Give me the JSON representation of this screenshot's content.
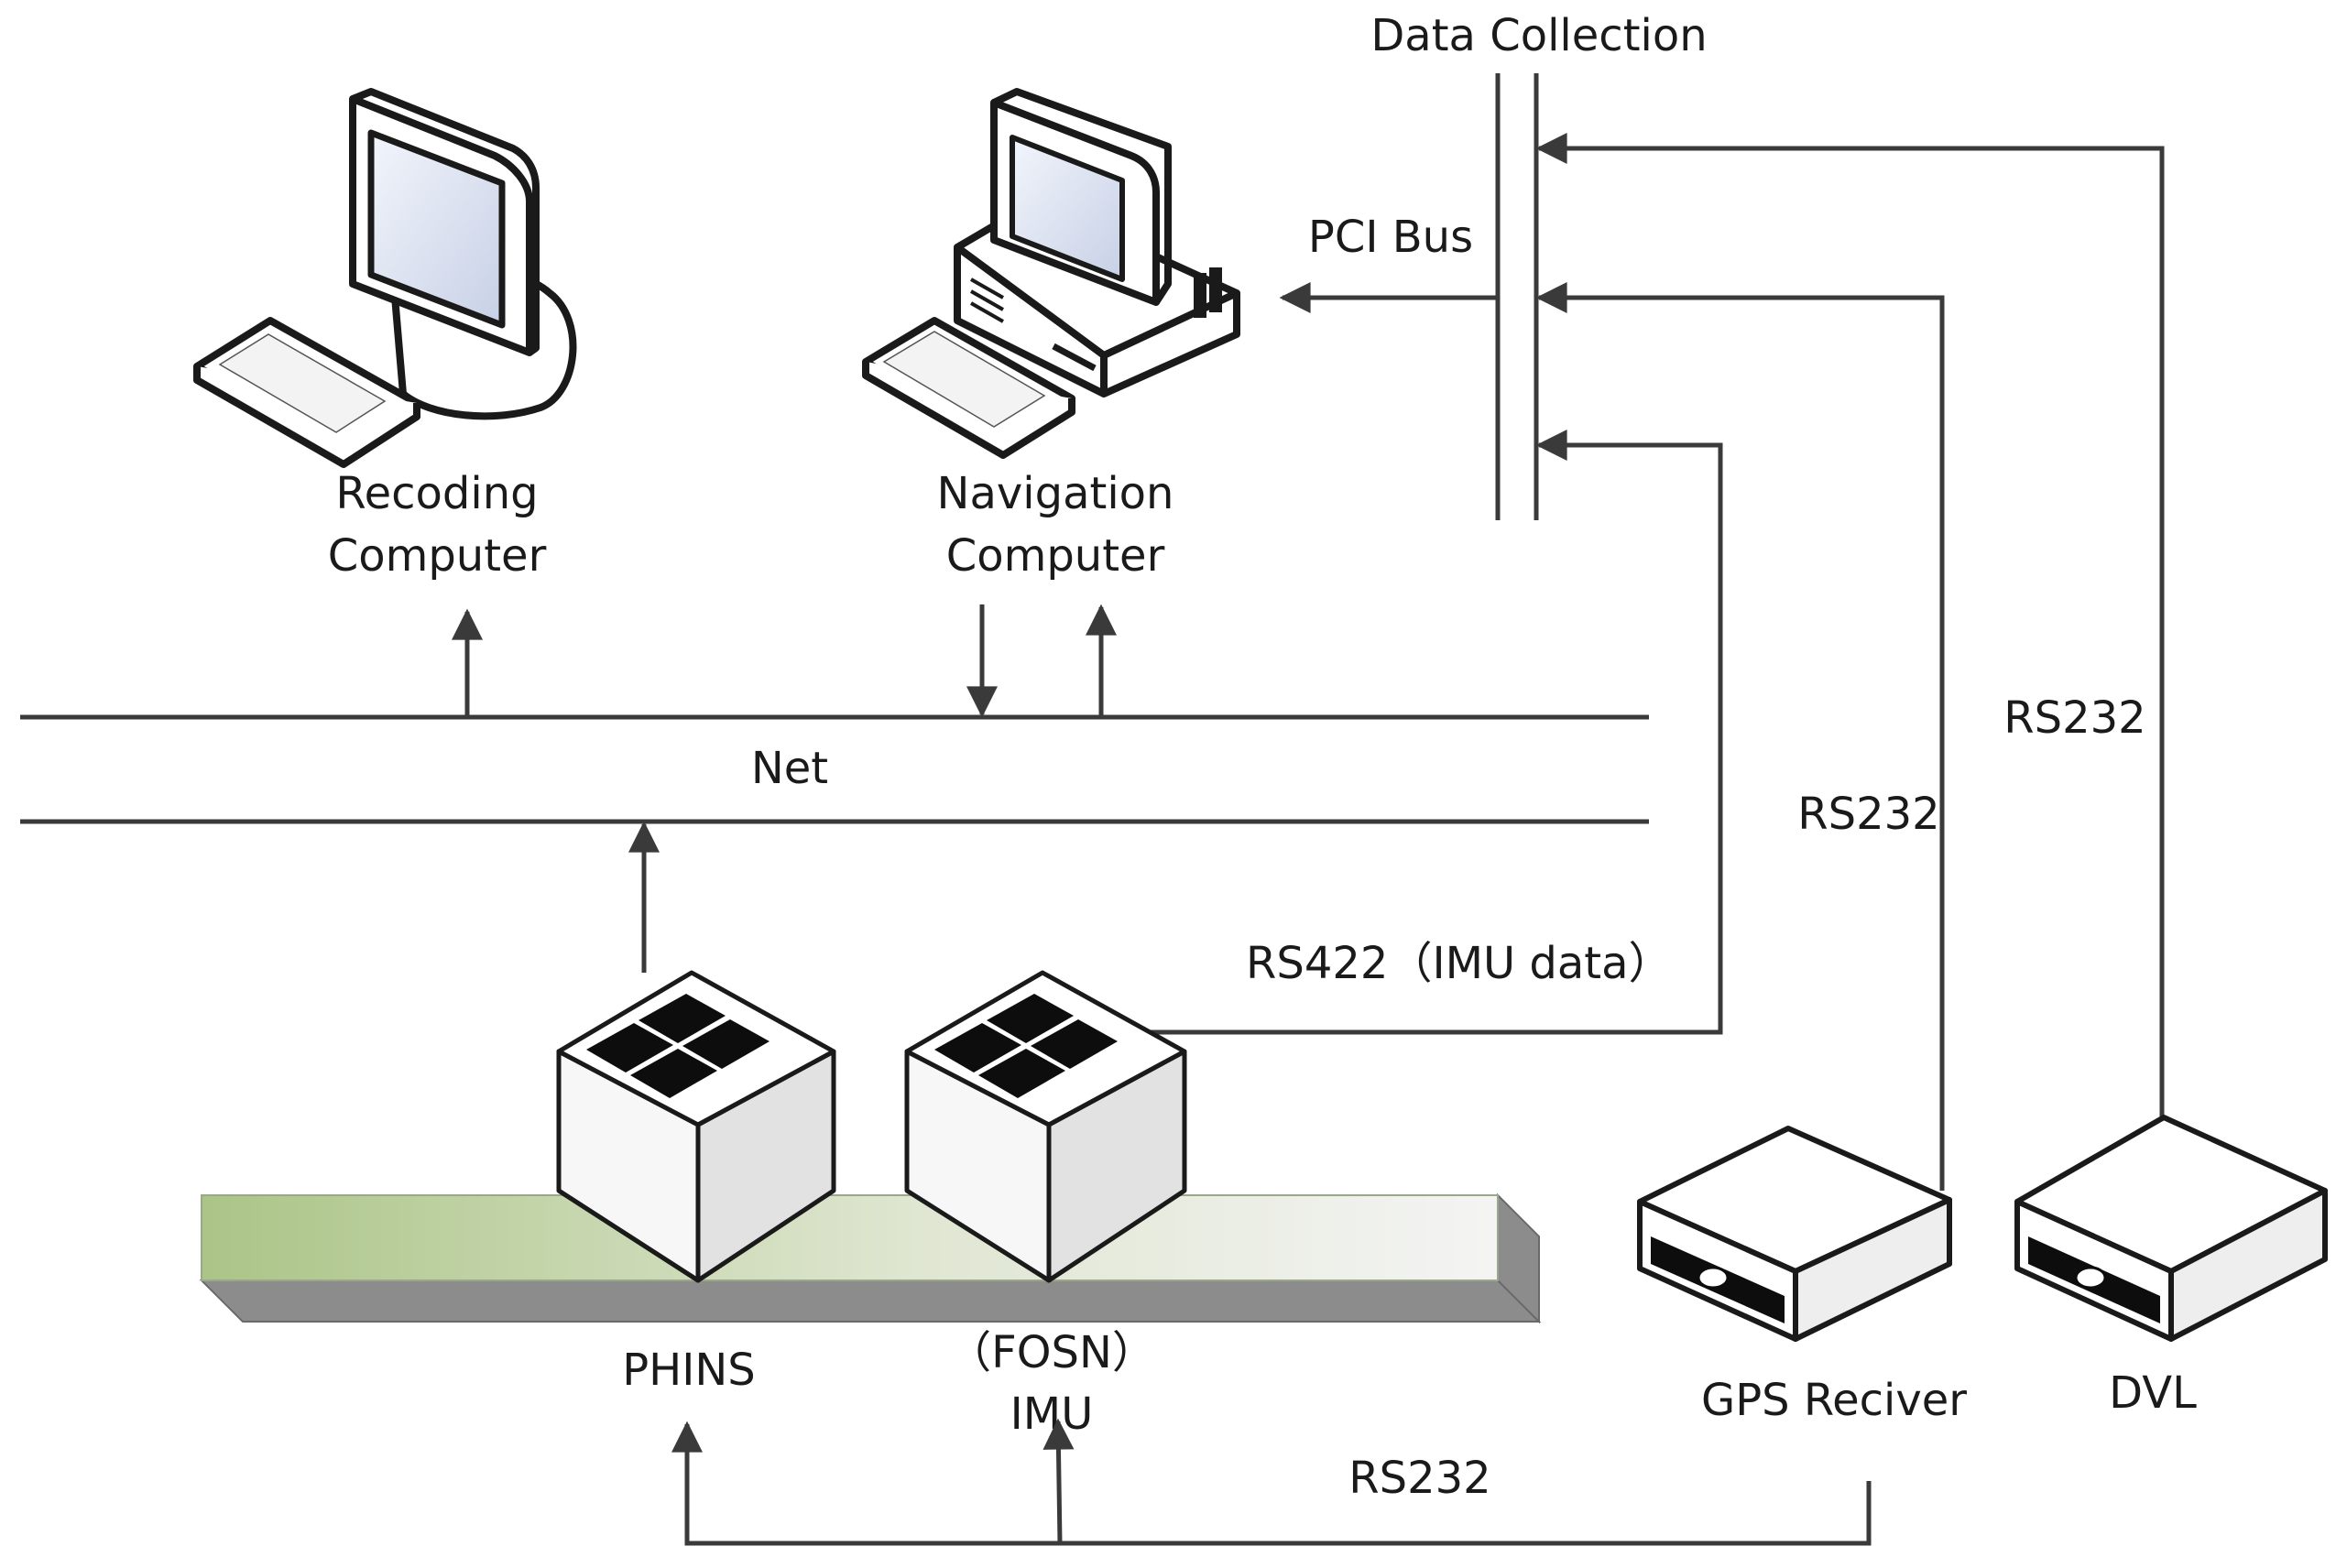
{
  "labels": {
    "data_collection": "Data Collection",
    "pci_bus": "PCI Bus",
    "recording_computer_line1": "Recoding",
    "recording_computer_line2": "Computer",
    "navigation_computer_line1": "Navigation",
    "navigation_computer_line2": "Computer",
    "net": "Net",
    "rs422": "RS422（IMU data）",
    "rs232_gps": "RS232",
    "rs232_dvl": "RS232",
    "rs232_bottom": "RS232",
    "phins": "PHINS",
    "imu_line1": "（FOSN）",
    "imu_line2": "IMU",
    "gps_receiver": "GPS Reciver",
    "dvl": "DVL"
  },
  "colors": {
    "line": "#3a3a3a",
    "bench_green": "#b2c88a",
    "bench_side": "#8a8a8a",
    "screen": "#dce3f1"
  }
}
